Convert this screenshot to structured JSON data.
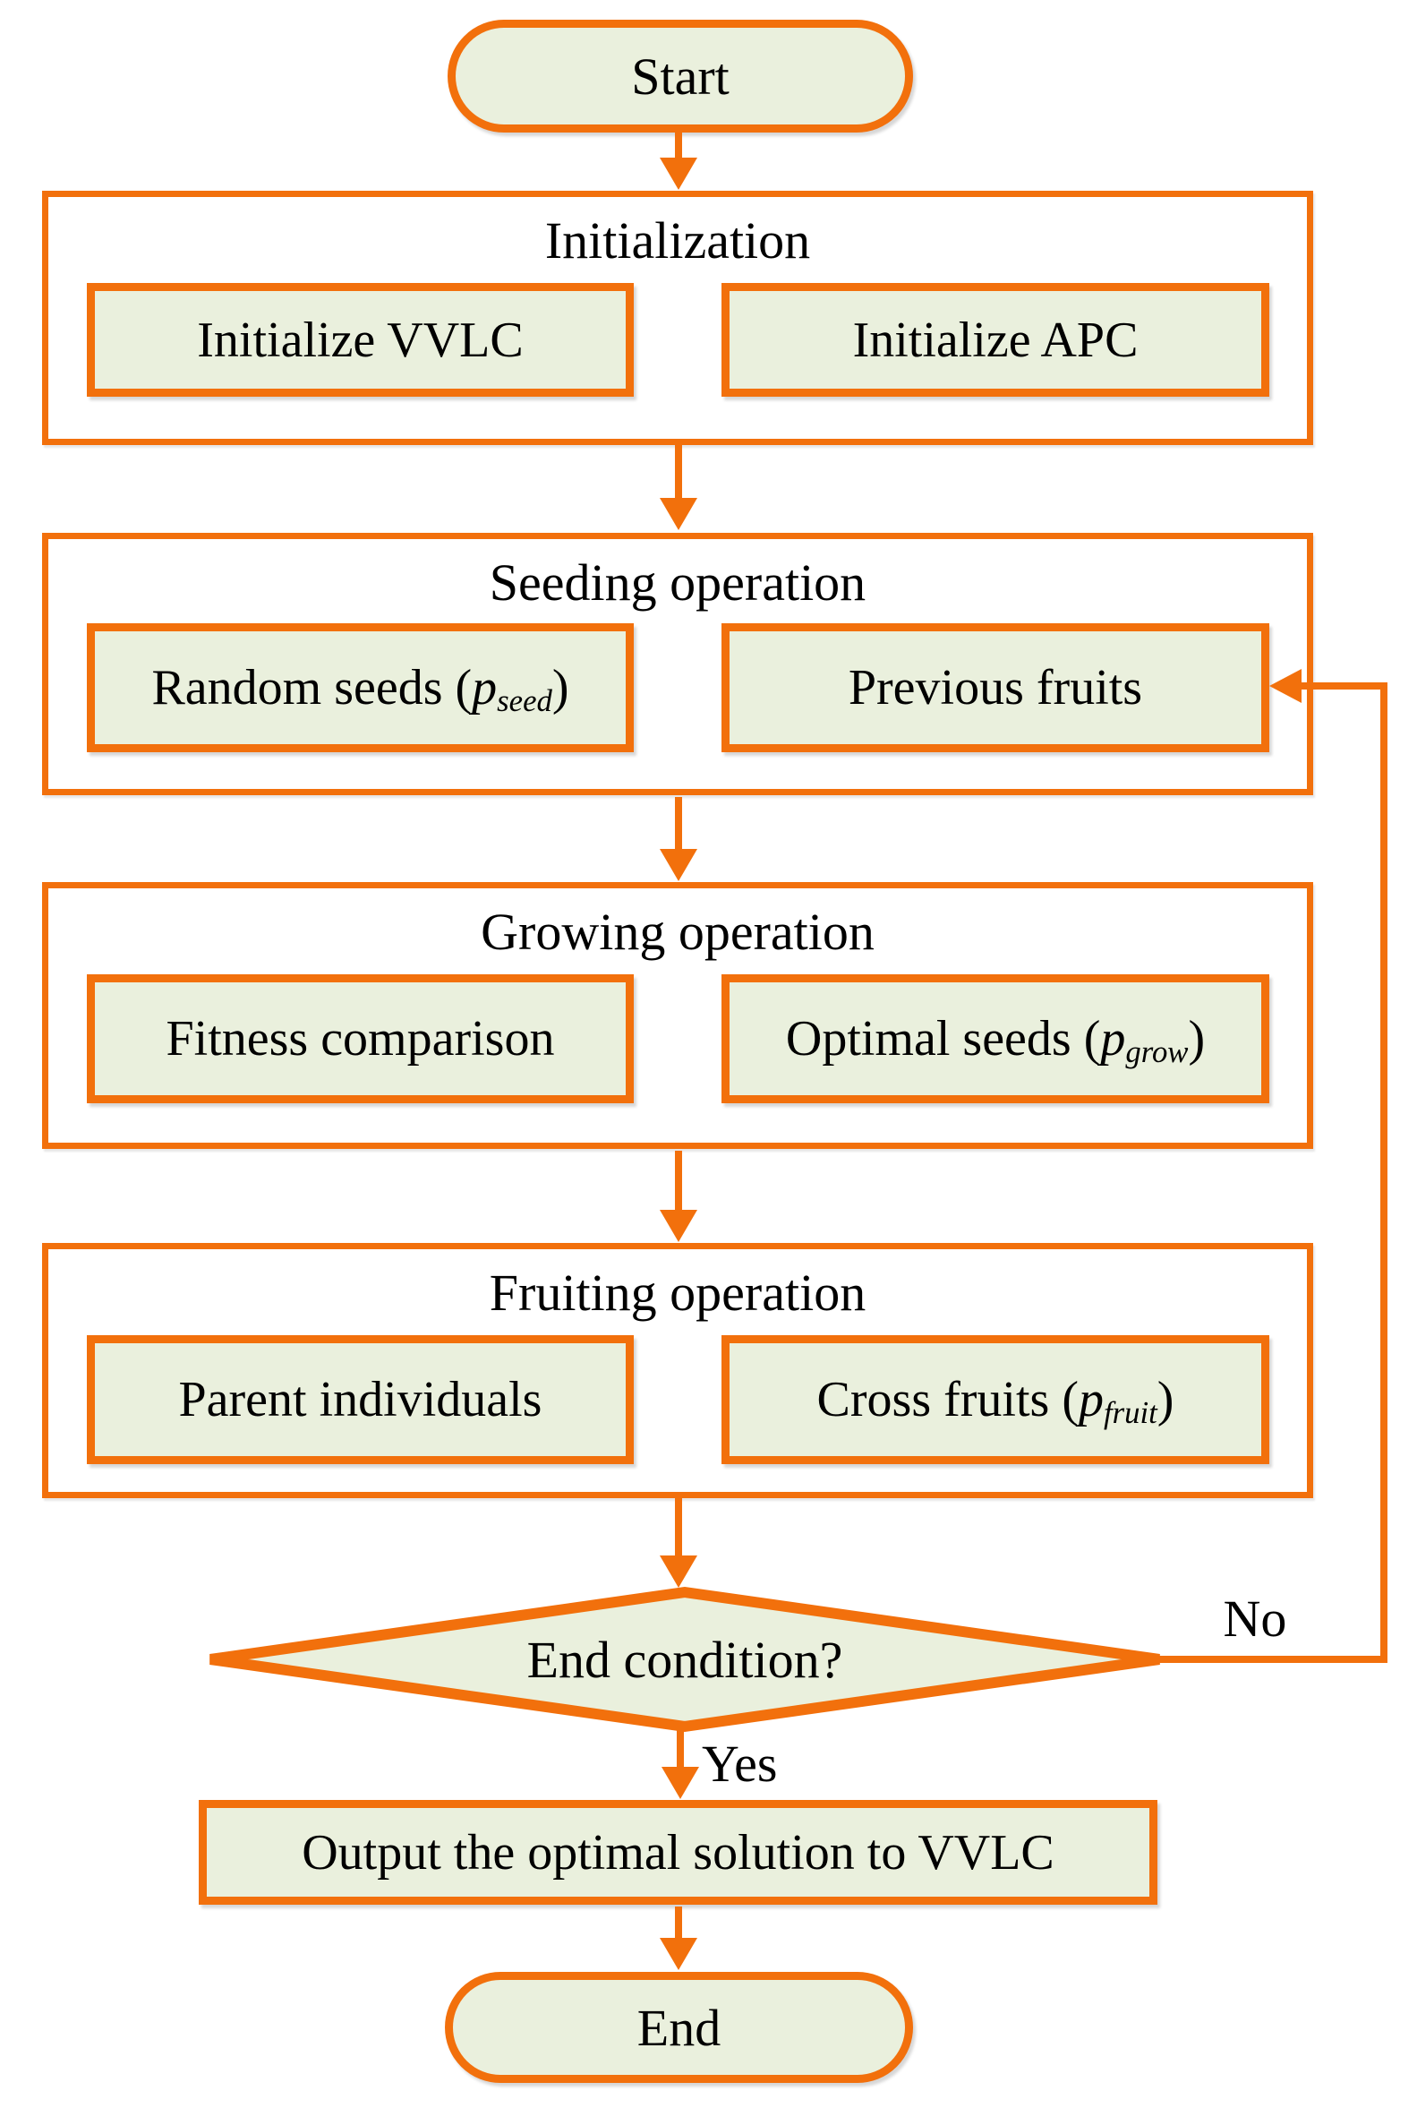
{
  "palette": {
    "orange": "#F2700C",
    "green": "#EAF0DD"
  },
  "nodes": {
    "start": {
      "label": "Start"
    },
    "sections": [
      {
        "title": "Initialization",
        "left": {
          "parts": [
            {
              "t": "Initialize VVLC"
            }
          ]
        },
        "right": {
          "parts": [
            {
              "t": "Initialize APC"
            }
          ]
        }
      },
      {
        "title": "Seeding operation",
        "left": {
          "parts": [
            {
              "t": "Random seeds ("
            },
            {
              "t": "p",
              "style": "var"
            },
            {
              "t": "seed",
              "style": "sub"
            },
            {
              "t": ")"
            }
          ]
        },
        "right": {
          "parts": [
            {
              "t": "Previous fruits"
            }
          ]
        }
      },
      {
        "title": "Growing operation",
        "left": {
          "parts": [
            {
              "t": "Fitness comparison"
            }
          ]
        },
        "right": {
          "parts": [
            {
              "t": "Optimal seeds ("
            },
            {
              "t": "p",
              "style": "var"
            },
            {
              "t": "grow",
              "style": "sub"
            },
            {
              "t": ")"
            }
          ]
        }
      },
      {
        "title": "Fruiting operation",
        "left": {
          "parts": [
            {
              "t": "Parent individuals"
            }
          ]
        },
        "right": {
          "parts": [
            {
              "t": "Cross fruits ("
            },
            {
              "t": "p",
              "style": "var"
            },
            {
              "t": "fruit",
              "style": "sub"
            },
            {
              "t": ")"
            }
          ]
        }
      }
    ],
    "decision": {
      "label": "End condition?"
    },
    "edges": {
      "yes": "Yes",
      "no": "No"
    },
    "output": {
      "label": "Output the optimal solution to VVLC"
    },
    "end": {
      "label": "End"
    }
  }
}
